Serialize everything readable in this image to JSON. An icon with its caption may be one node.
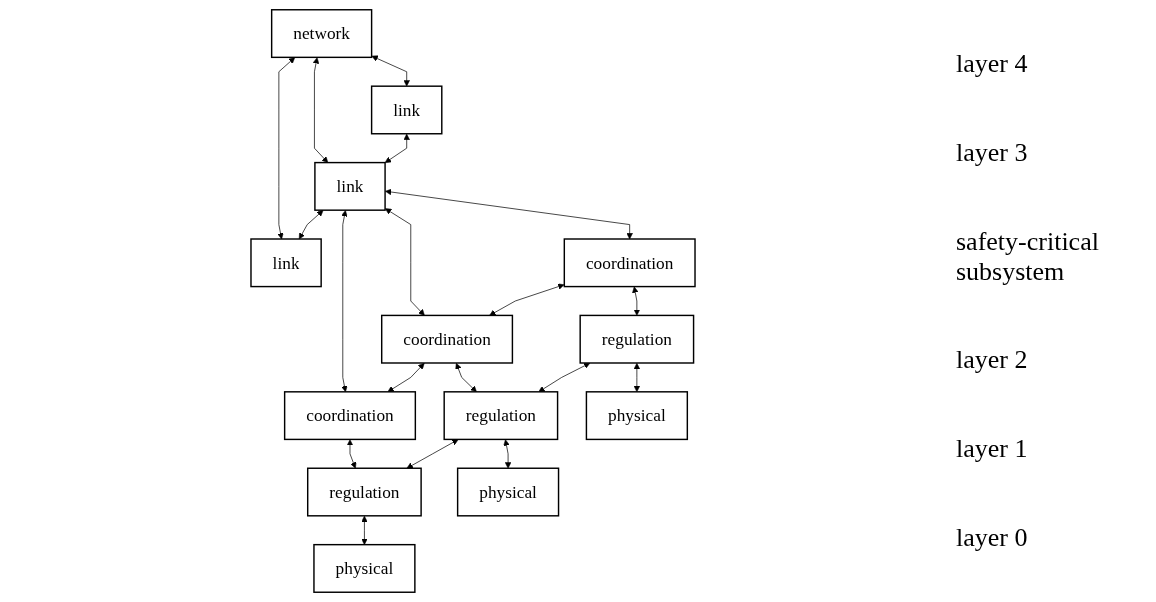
{
  "diagram": {
    "nodes": [
      {
        "text": [
          "network"
        ]
      },
      {
        "text": [
          "link"
        ]
      },
      {
        "text": [
          "link"
        ]
      },
      {
        "text": [
          "link"
        ]
      },
      {
        "text": [
          "coordination"
        ]
      },
      {
        "text": [
          "coordination"
        ]
      },
      {
        "text": [
          "coordination"
        ]
      },
      {
        "text": [
          "regulation"
        ]
      },
      {
        "text": [
          "regulation"
        ]
      },
      {
        "text": [
          "regulation"
        ]
      },
      {
        "text": [
          "physical"
        ]
      },
      {
        "text": [
          "physical"
        ]
      },
      {
        "text": [
          "physical"
        ]
      }
    ],
    "edges": [
      {
        "from": 0,
        "to": 1,
        "arrow": "both"
      },
      {
        "from": 0,
        "to": 2,
        "arrow": "both"
      },
      {
        "from": 0,
        "to": 3,
        "arrow": "both"
      },
      {
        "from": 1,
        "to": 2,
        "arrow": "both"
      },
      {
        "from": 2,
        "to": 3,
        "arrow": "both"
      },
      {
        "from": 2,
        "to": 4,
        "arrow": "both"
      },
      {
        "from": 2,
        "to": 5,
        "arrow": "both"
      },
      {
        "from": 2,
        "to": 6,
        "arrow": "both"
      },
      {
        "from": 4,
        "to": 5,
        "arrow": "both"
      },
      {
        "from": 5,
        "to": 6,
        "arrow": "both"
      },
      {
        "from": 4,
        "to": 7,
        "arrow": "both"
      },
      {
        "from": 5,
        "to": 8,
        "arrow": "both"
      },
      {
        "from": 6,
        "to": 9,
        "arrow": "both"
      },
      {
        "from": 7,
        "to": 8,
        "arrow": "both"
      },
      {
        "from": 8,
        "to": 9,
        "arrow": "both"
      },
      {
        "from": 7,
        "to": 10,
        "arrow": "both"
      },
      {
        "from": 8,
        "to": 11,
        "arrow": "both"
      },
      {
        "from": 9,
        "to": 12,
        "arrow": "both"
      }
    ],
    "labels": [
      "layer 4",
      "layer 3",
      "safety-critical subsystem",
      "layer 2",
      "layer 1",
      "layer 0"
    ]
  }
}
